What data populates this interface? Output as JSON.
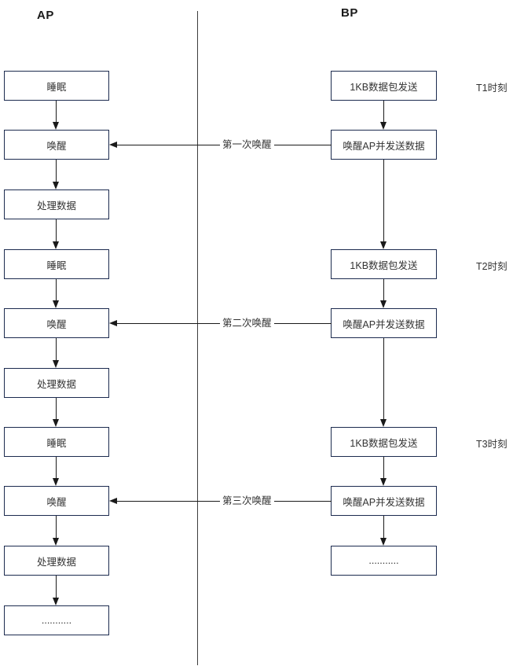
{
  "diagram": {
    "headers": {
      "ap": "AP",
      "bp": "BP"
    },
    "ap_nodes": [
      "睡眠",
      "唤醒",
      "处理数据",
      "睡眠",
      "唤醒",
      "处理数据",
      "睡眠",
      "唤醒",
      "处理数据",
      "..........."
    ],
    "bp_nodes": [
      "1KB数据包发送",
      "唤醒AP并发送数据",
      "1KB数据包发送",
      "唤醒AP并发送数据",
      "1KB数据包发送",
      "唤醒AP并发送数据",
      "..........."
    ],
    "wake_labels": [
      "第一次唤醒",
      "第二次唤醒",
      "第三次唤醒"
    ],
    "time_labels": [
      "T1时刻",
      "T2时刻",
      "T3时刻"
    ],
    "colors": {
      "box_border": "#1c2b4f",
      "line": "#1a1a1a",
      "text": "#333333",
      "divider": "#3d3d3d"
    }
  }
}
